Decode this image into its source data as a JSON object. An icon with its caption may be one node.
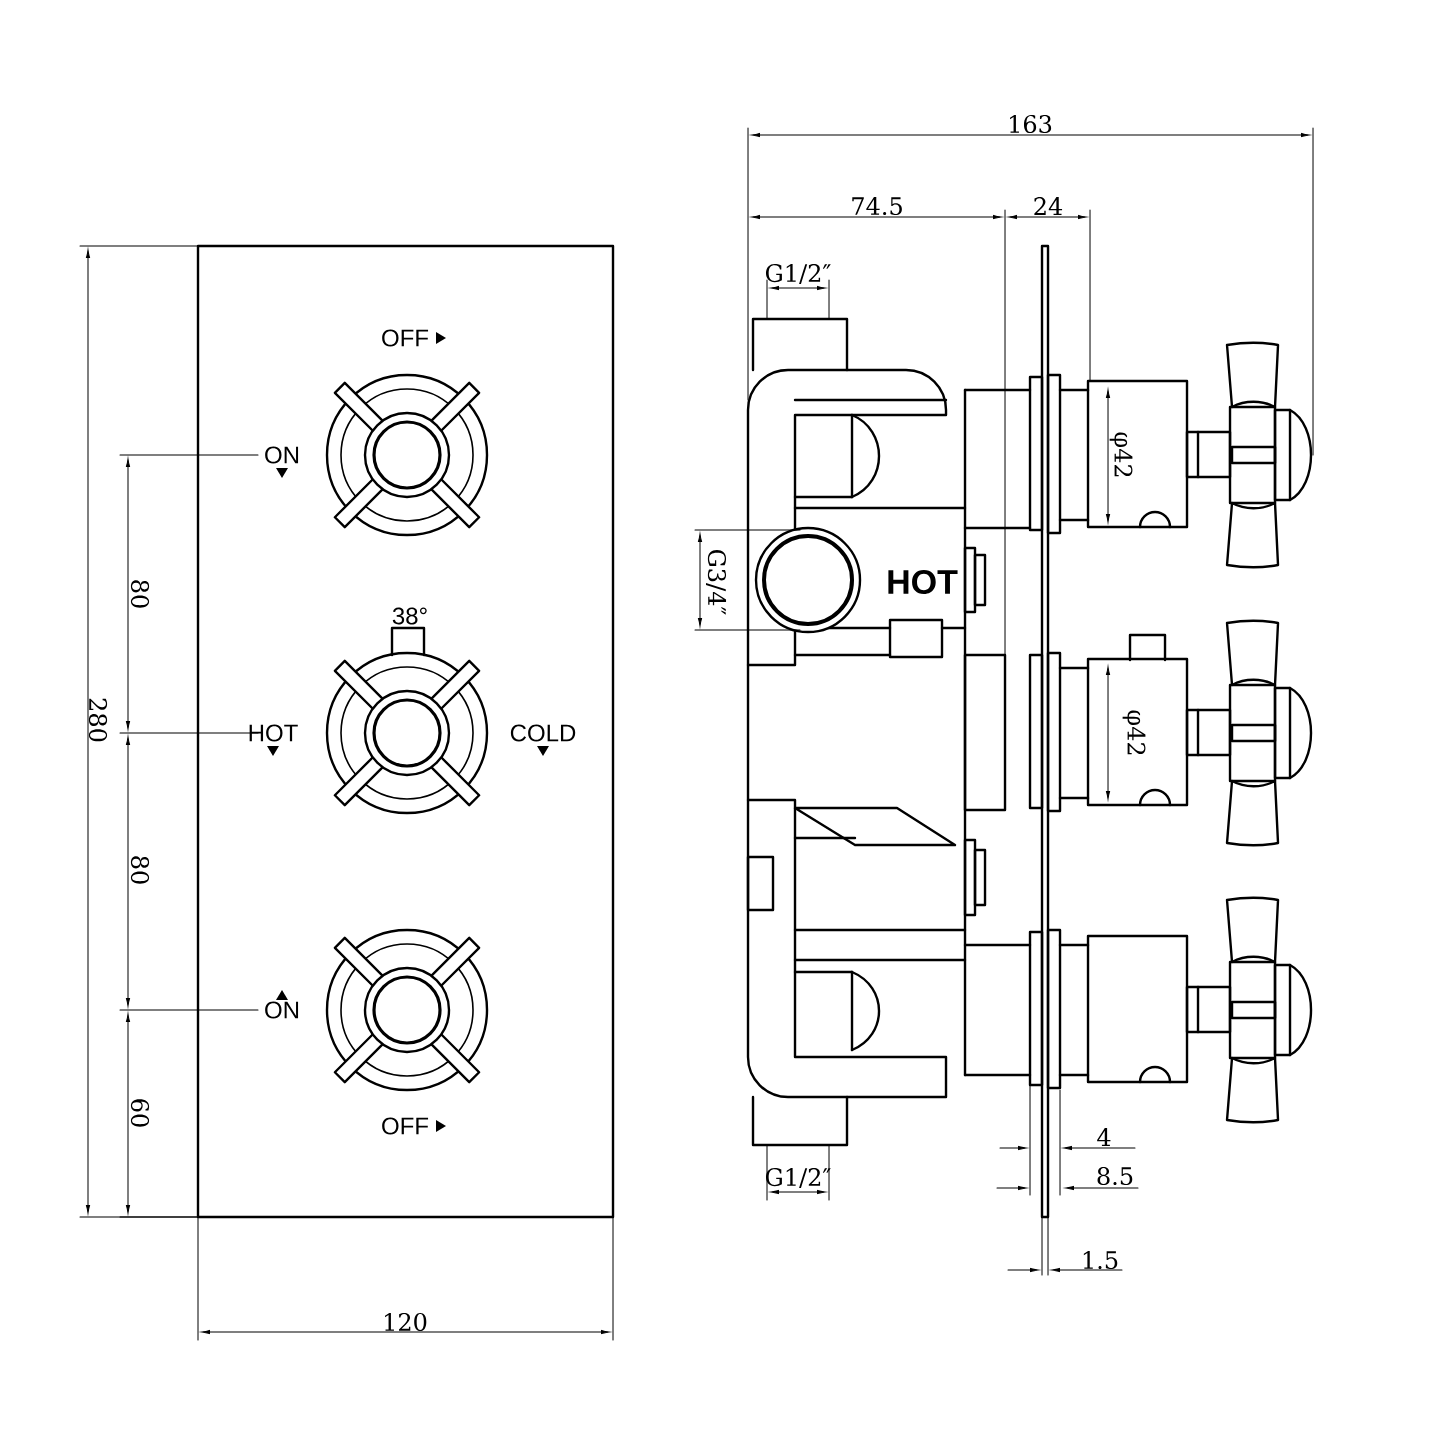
{
  "diagram": {
    "labels": [
      "163",
      "74.5",
      "24",
      "G1/2″",
      "OFF",
      "ON",
      "φ42",
      "G3/4″",
      "HOT",
      "80",
      "38°",
      "280",
      "HOT",
      "COLD",
      "φ42",
      "80",
      "ON",
      "60",
      "OFF",
      "4",
      "G1/2″",
      "8.5",
      "1.5",
      "120"
    ]
  }
}
